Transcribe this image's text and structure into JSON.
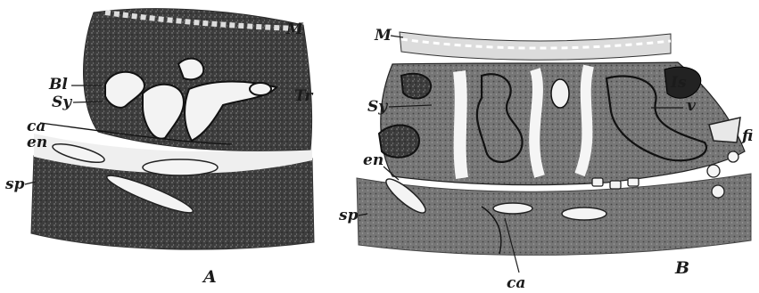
{
  "figure": {
    "panels": [
      {
        "caption": "A",
        "labels": {
          "M": "M",
          "Bl": "Bl",
          "Sy": "Sy",
          "Tr": "Tr",
          "ca": "ca",
          "en": "en",
          "sp": "sp"
        }
      },
      {
        "caption": "B",
        "labels": {
          "M": "M",
          "Is": "Is",
          "Sy": "Sy",
          "v": "v",
          "fi": "fi",
          "en": "en",
          "sp": "sp",
          "ca": "ca"
        }
      }
    ],
    "colors": {
      "background": "#ffffff",
      "tissue_dark": "#3a3a3a",
      "tissue_mid": "#6e6e6e",
      "tissue_light": "#b9b9b9",
      "space": "#f2f2f2",
      "ink": "#1b1b1b"
    }
  }
}
